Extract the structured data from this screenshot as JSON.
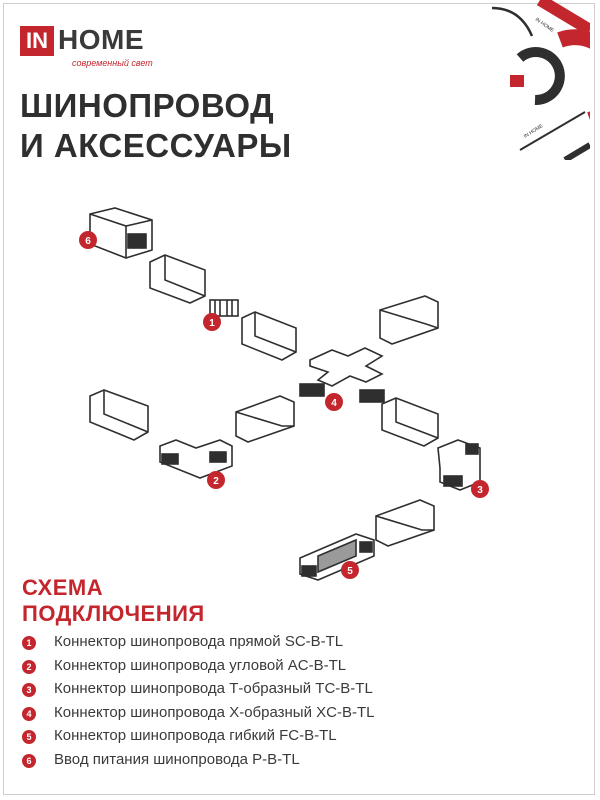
{
  "brand": {
    "in_label": "IN",
    "home_label": "HOME",
    "tagline": "современный свет",
    "mini_mark": "IN HOME",
    "accent_color": "#c4262e"
  },
  "title": {
    "line1": "ШИНОПРОВОД",
    "line2": "И АКСЕССУАРЫ"
  },
  "scheme": {
    "line1": "СХЕМА",
    "line2": "ПОДКЛЮЧЕНИЯ"
  },
  "callouts": [
    "1",
    "2",
    "3",
    "4",
    "5",
    "6"
  ],
  "legend": [
    {
      "num": "1",
      "text": "Коннектор шинопровода прямой SC-B-TL"
    },
    {
      "num": "2",
      "text": "Коннектор шинопровода угловой AC-B-TL"
    },
    {
      "num": "3",
      "text": "Коннектор шинопровода Т-образный TC-B-TL"
    },
    {
      "num": "4",
      "text": "Коннектор шинопровода Х-образный XC-B-TL"
    },
    {
      "num": "5",
      "text": "Коннектор шинопровода гибкий FC-B-TL"
    },
    {
      "num": "6",
      "text": "Ввод питания шинопровода P-B-TL"
    }
  ]
}
